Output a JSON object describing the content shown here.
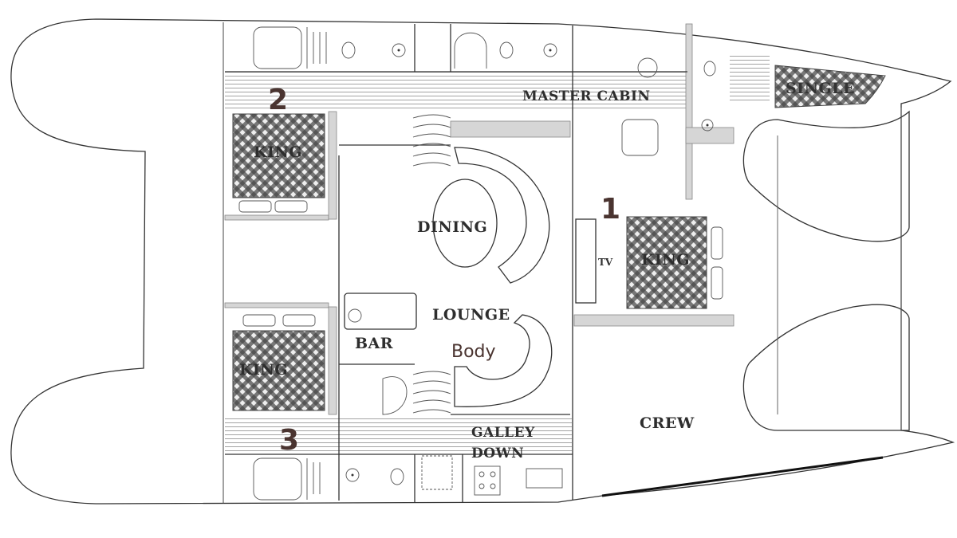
{
  "diagram": {
    "type": "catamaran-floor-plan",
    "cabin_numbers": {
      "cabin_1": "1",
      "cabin_2": "2",
      "cabin_3": "3"
    },
    "labels": {
      "master_cabin": "MASTER CABIN",
      "single": "SINGLE",
      "king_cabin_2": "KING",
      "king_cabin_1": "KING",
      "king_cabin_3": "KING",
      "dining": "DINING",
      "tv": "TV",
      "lounge": "LOUNGE",
      "bar": "BAR",
      "body": "Body",
      "galley": "GALLEY",
      "down": "DOWN",
      "crew": "CREW"
    },
    "colors": {
      "number_text": "#4a3430",
      "label_text": "#2e2e2e",
      "wall": "#d6d6d6"
    }
  }
}
